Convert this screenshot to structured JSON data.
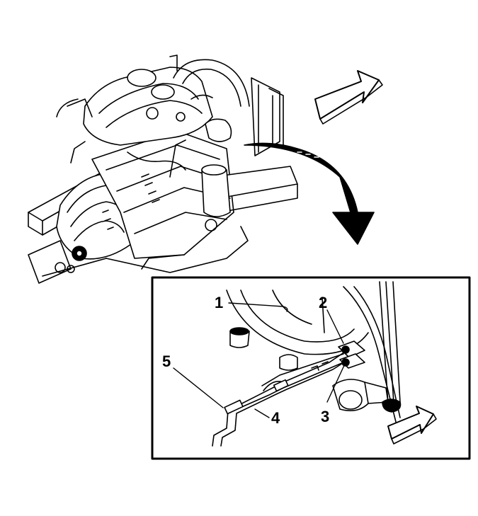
{
  "callouts": [
    {
      "id": "1",
      "label": "1"
    },
    {
      "id": "2",
      "label": "2"
    },
    {
      "id": "3",
      "label": "3"
    },
    {
      "id": "4",
      "label": "4"
    },
    {
      "id": "5",
      "label": "5"
    }
  ],
  "colors": {
    "line": "#000000",
    "fill": "#ffffff"
  }
}
